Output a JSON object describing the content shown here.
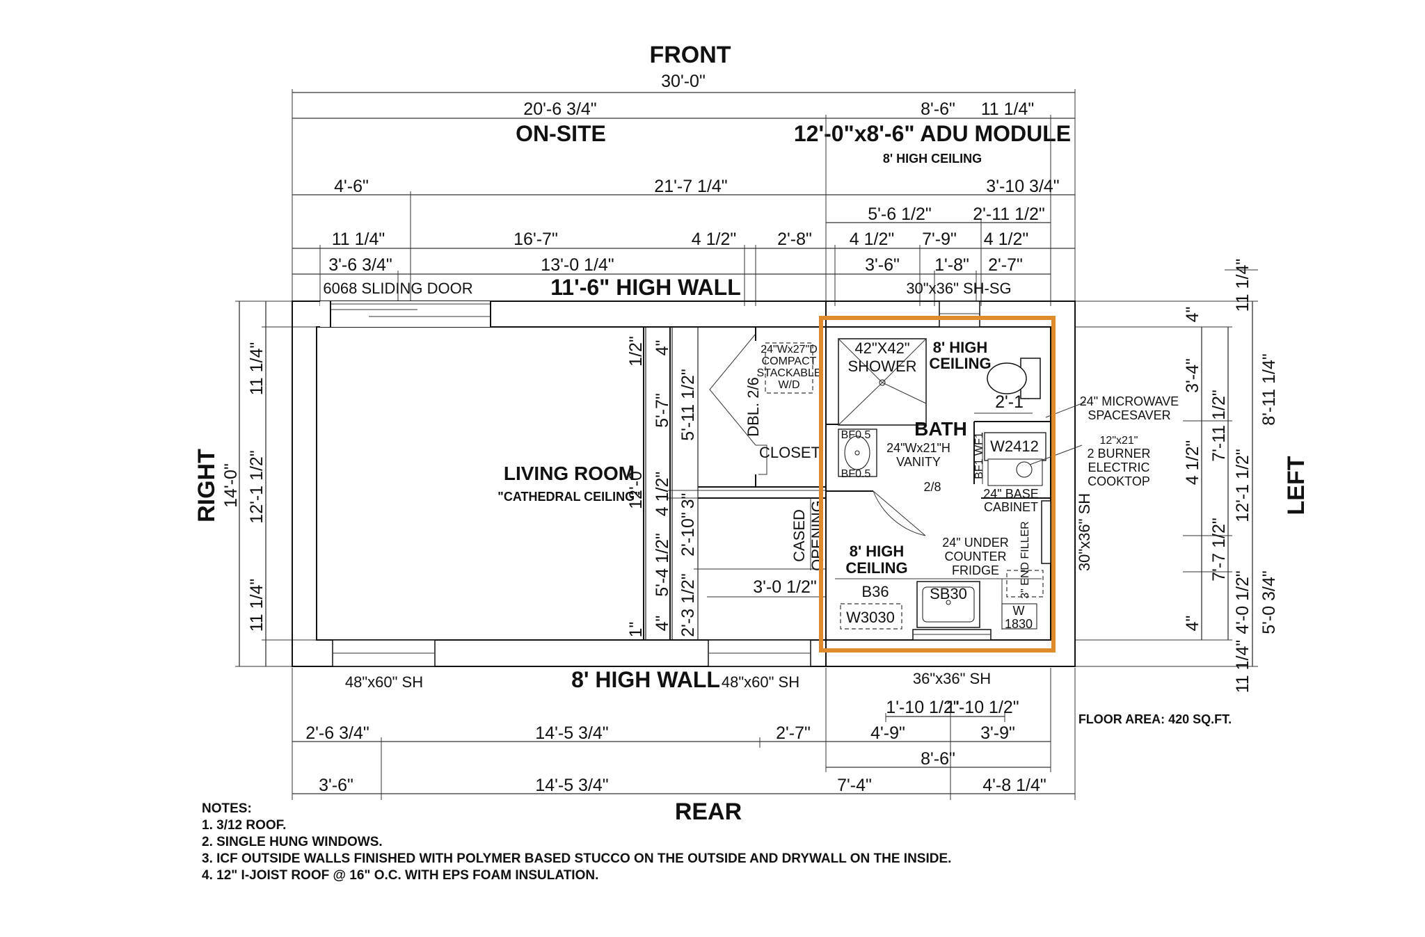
{
  "titles": {
    "front": "FRONT",
    "rear": "REAR",
    "right": "RIGHT",
    "left": "LEFT",
    "on_site": "ON-SITE",
    "module": "12'-0\"x8'-6\" ADU MODULE",
    "module_ceiling": "8' HIGH CEILING",
    "high_wall_top": "11'-6\" HIGH WALL",
    "high_wall_bottom": "8' HIGH WALL",
    "floor_area": "FLOOR AREA:  420 SQ.FT."
  },
  "rooms": {
    "living": "LIVING ROOM",
    "living_sub": "\"CATHEDRAL CEILING\"",
    "bath": "BATH",
    "closet": "CLOSET",
    "ceiling1a": "8' HIGH",
    "ceiling1b": "CEILING",
    "ceiling2a": "8' HIGH",
    "ceiling2b": "CEILING",
    "cased1": "CASED",
    "cased2": "OPENING"
  },
  "fixtures": {
    "sliding_door": "6068 SLIDING DOOR",
    "win_front": "30\"x36\" SH-SG",
    "win_rear1": "48\"x60\" SH",
    "win_rear2": "48\"x60\" SH",
    "win_rear3": "36\"x36\" SH",
    "win_left": "30\"x36\" SH",
    "shower1": "42\"X42\"",
    "shower2": "SHOWER",
    "wd1": "24\"Wx27\"D",
    "wd2": "COMPACT",
    "wd3": "STACKABLE",
    "wd4": "W/D",
    "dbl": "DBL. 2/6",
    "vanity1": "24\"Wx21\"H",
    "vanity2": "VANITY",
    "bf_top": "BF0.5",
    "bf_bot": "BF0.5",
    "bf1wf1": "BF1 WF1",
    "door_bath": "2/8",
    "microwave1": "24\" MICROWAVE",
    "microwave2": "SPACESAVER",
    "w2412": "W2412",
    "cooktop1": "12\"x21\"",
    "cooktop2": "2 BURNER",
    "cooktop3": "ELECTRIC",
    "cooktop4": "COOKTOP",
    "base1": "24\" BASE",
    "base2": "CABINET",
    "fridge1": "24\" UNDER",
    "fridge2": "COUNTER",
    "fridge3": "FRIDGE",
    "filler": "3\" END FILLER",
    "b36": "B36",
    "sb30": "SB30",
    "w3030": "W3030",
    "w1830a": "W",
    "w1830b": "1830"
  },
  "dims": {
    "t_total": "30'-0\"",
    "t_a1": "20'-6 3/4\"",
    "t_a2": "8'-6\"",
    "t_a3": "11 1/4\"",
    "t_b1": "4'-6\"",
    "t_b2": "21'-7 1/4\"",
    "t_b3": "3'-10 3/4\"",
    "t_c1": "5'-6 1/2\"",
    "t_c2": "2'-11 1/2\"",
    "t_d1": "11 1/4\"",
    "t_d2": "16'-7\"",
    "t_d3": "4 1/2\"",
    "t_d4": "2'-8\"",
    "t_d5": "4 1/2\"",
    "t_d6": "7'-9\"",
    "t_d7": "4 1/2\"",
    "t_e1": "3'-6 3/4\"",
    "t_e2": "13'-0 1/4\"",
    "t_e3": "3'-6\"",
    "t_e4": "1'-8\"",
    "t_e5": "2'-7\"",
    "b_a1": "1'-10 1/2\"",
    "b_a2": "1'-10 1/2\"",
    "b_b1": "2'-6 3/4\"",
    "b_b2": "14'-5 3/4\"",
    "b_b3": "2'-7\"",
    "b_b4": "4'-9\"",
    "b_b5": "3'-9\"",
    "b_c1": "8'-6\"",
    "b_d1": "3'-6\"",
    "b_d2": "14'-5 3/4\"",
    "b_d3": "7'-4\"",
    "b_d4": "4'-8 1/4\"",
    "l_total": "14'-0\"",
    "l_a1": "11 1/4\"",
    "l_a2": "12'-1 1/2\"",
    "l_a3": "11 1/4\"",
    "r_total": "8'-11 1/4\"",
    "r_total2": "12'-1 1/2\"",
    "r_total3": "5'-0 3/4\"",
    "r_top": "11 1/4\"",
    "r_bot": "11 1/4\"",
    "r_a1": "7'-11 1/2\"",
    "r_a2": "7'-7 1/2\"",
    "r_a3": "4'-0 1/2\"",
    "r_b1": "4\"",
    "r_b2": "3'-4\"",
    "r_b3": "4 1/2\"",
    "r_b4": "4\"",
    "i_a1": "1/2\"",
    "i_a2": "12'-0\"",
    "i_a3": "1\"",
    "i_b1": "4\"",
    "i_b2": "5'-7\"",
    "i_b3": "4 1/2\"",
    "i_b4": "5'-4 1/2\"",
    "i_b5": "4\"",
    "i_c1": "5'-11 1/2\"",
    "i_c2": "2'-10\"",
    "i_c3": "3\"",
    "i_c4": "2'-3 1/2\"",
    "i_d1": "3'-0 1/2\"",
    "i_d2": "2'-1\""
  },
  "notes": {
    "title": "NOTES:",
    "n1": "1. 3/12 ROOF.",
    "n2": "2. SINGLE HUNG WINDOWS.",
    "n3": "3. ICF OUTSIDE WALLS FINISHED WITH POLYMER BASED STUCCO ON THE OUTSIDE AND DRYWALL ON THE INSIDE.",
    "n4": "4. 12\" I-JOIST ROOF @ 16\" O.C. WITH EPS FOAM INSULATION."
  },
  "colors": {
    "highlight": "#E08A2E",
    "ink": "#111111"
  }
}
